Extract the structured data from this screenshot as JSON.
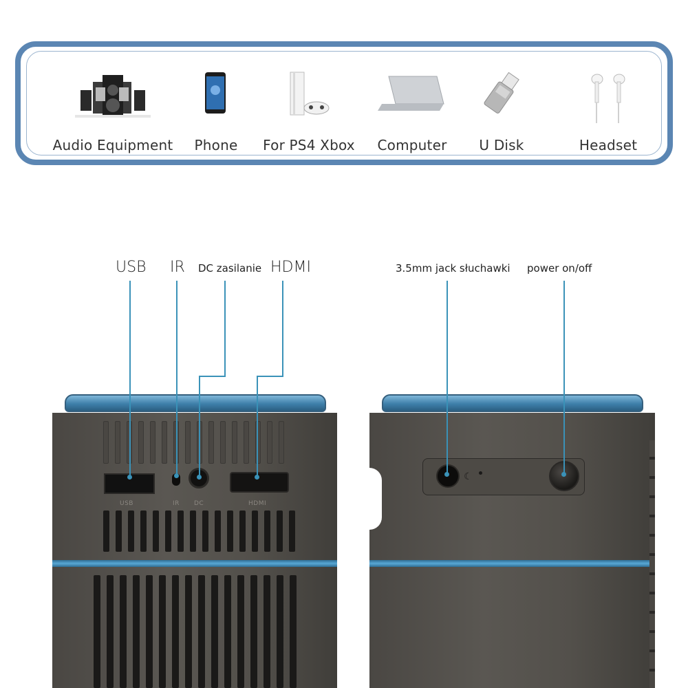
{
  "devices": [
    {
      "label": "Audio Equipment",
      "icon": "speaker-system-icon"
    },
    {
      "label": "Phone",
      "icon": "smartphone-icon"
    },
    {
      "label": "For PS4 Xbox",
      "icon": "game-console-icon"
    },
    {
      "label": "Computer",
      "icon": "laptop-icon"
    },
    {
      "label": "U Disk",
      "icon": "usb-drive-icon"
    },
    {
      "label": "Headset",
      "icon": "earphones-icon"
    }
  ],
  "callouts_left": {
    "usb": "USB",
    "ir": "IR",
    "dc": "DC zasilanie",
    "hdmi": "HDMI"
  },
  "callouts_right": {
    "jack": "3.5mm jack słuchawki",
    "power": "power on/off"
  },
  "port_labels": {
    "usb": "USB",
    "ir": "IR",
    "dc": "DC",
    "hdmi": "HDMI"
  },
  "colors": {
    "banner_border": "#5b86b3",
    "leader_line": "#3a92b8",
    "accent_stripe": "#58a7d4",
    "body": "#55524d"
  }
}
